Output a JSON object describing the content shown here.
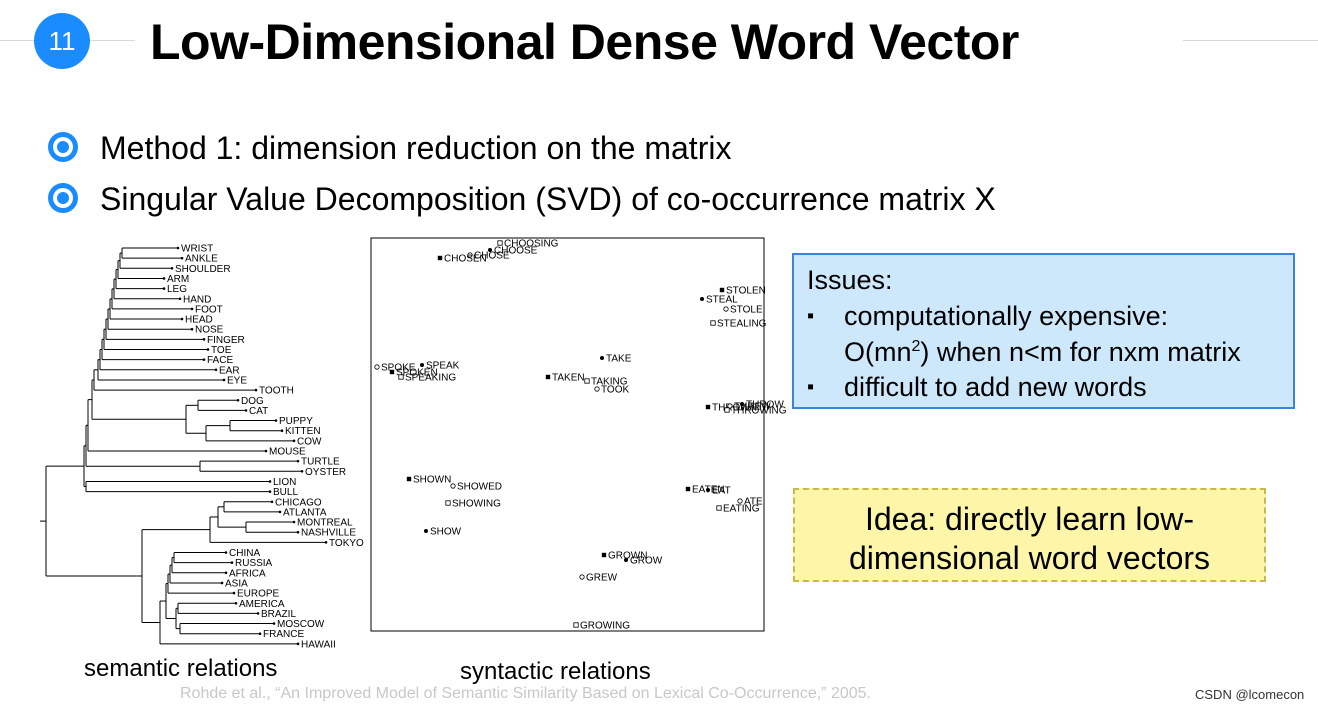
{
  "slide": {
    "number": "11",
    "title": "Low-Dimensional Dense Word Vector"
  },
  "bullets": [
    "Method 1: dimension reduction on the matrix",
    "Singular Value Decomposition (SVD) of co-occurrence matrix X"
  ],
  "issues": {
    "title": "Issues:",
    "marker": "▪",
    "item1": "computationally expensive:",
    "item2_prefix": "O(mn",
    "item2_sup": "2",
    "item2_suffix": ") when n<m for nxm matrix",
    "item3": "difficult to add new words"
  },
  "idea": {
    "line1": "Idea: directly learn low-",
    "line2": "dimensional word vectors"
  },
  "captions": {
    "semantic": "semantic relations",
    "syntactic": "syntactic relations"
  },
  "citation": "Rohde et al., “An Improved Model of Semantic Similarity Based on Lexical Co-Occurrence,” 2005.",
  "watermark": "CSDN @lcomecon",
  "dendrogram": {
    "leaves": [
      "WRIST",
      "ANKLE",
      "SHOULDER",
      "ARM",
      "LEG",
      "HAND",
      "FOOT",
      "HEAD",
      "NOSE",
      "FINGER",
      "TOE",
      "FACE",
      "EAR",
      "EYE",
      "TOOTH",
      "DOG",
      "CAT",
      "PUPPY",
      "KITTEN",
      "COW",
      "MOUSE",
      "TURTLE",
      "OYSTER",
      "LION",
      "BULL",
      "CHICAGO",
      "ATLANTA",
      "MONTREAL",
      "NASHVILLE",
      "TOKYO",
      "CHINA",
      "RUSSIA",
      "AFRICA",
      "ASIA",
      "EUROPE",
      "AMERICA",
      "BRAZIL",
      "MOSCOW",
      "FRANCE",
      "HAWAII"
    ]
  },
  "scatter": {
    "points": [
      {
        "label": "CHOOSING",
        "marker": "square-open"
      },
      {
        "label": "CHOOSE",
        "marker": "dot"
      },
      {
        "label": "CHOSE",
        "marker": "open"
      },
      {
        "label": "CHOSEN",
        "marker": "square"
      },
      {
        "label": "STOLEN",
        "marker": "square"
      },
      {
        "label": "STEAL",
        "marker": "dot"
      },
      {
        "label": "STOLE",
        "marker": "open"
      },
      {
        "label": "STEALING",
        "marker": "square-open"
      },
      {
        "label": "SPOKE",
        "marker": "open"
      },
      {
        "label": "SPEAK",
        "marker": "dot"
      },
      {
        "label": "SPOKEN",
        "marker": "square"
      },
      {
        "label": "SPEAKING",
        "marker": "square-open"
      },
      {
        "label": "TAKE",
        "marker": "dot"
      },
      {
        "label": "TAKEN",
        "marker": "square"
      },
      {
        "label": "TAKING",
        "marker": "square-open"
      },
      {
        "label": "TOOK",
        "marker": "open"
      },
      {
        "label": "THROWN",
        "marker": "square"
      },
      {
        "label": "THROW",
        "marker": "dot"
      },
      {
        "label": "THREW",
        "marker": "open"
      },
      {
        "label": "THROWING",
        "marker": "square-open"
      },
      {
        "label": "SHOWN",
        "marker": "square"
      },
      {
        "label": "SHOWED",
        "marker": "open"
      },
      {
        "label": "SHOWING",
        "marker": "square-open"
      },
      {
        "label": "SHOW",
        "marker": "dot"
      },
      {
        "label": "EATEN",
        "marker": "square"
      },
      {
        "label": "EAT",
        "marker": "dot"
      },
      {
        "label": "ATE",
        "marker": "open"
      },
      {
        "label": "EATING",
        "marker": "square-open"
      },
      {
        "label": "GROWN",
        "marker": "square"
      },
      {
        "label": "GROW",
        "marker": "dot"
      },
      {
        "label": "GREW",
        "marker": "open"
      },
      {
        "label": "GROWING",
        "marker": "square-open"
      }
    ]
  }
}
